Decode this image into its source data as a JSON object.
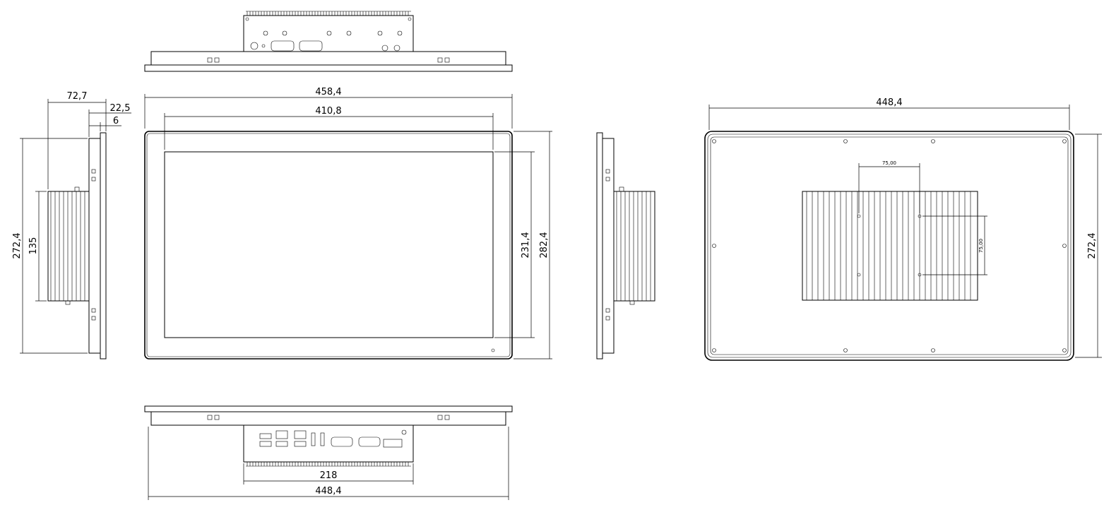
{
  "drawing": {
    "top_view": {},
    "front_view": {
      "overall_width": "458,4",
      "display_width": "410,8",
      "display_height": "231,4",
      "overall_height": "282,4"
    },
    "left_side_view": {
      "depth_total": "72,7",
      "depth_bezel": "22,5",
      "bezel_thickness": "6",
      "overall_height": "272,4",
      "box_height": "135"
    },
    "rear_view": {
      "overall_width": "448,4",
      "overall_height": "272,4",
      "vesa_h": "75,00",
      "vesa_v": "75,00"
    },
    "bottom_view": {
      "box_width": "218",
      "overall_width": "448,4"
    }
  }
}
